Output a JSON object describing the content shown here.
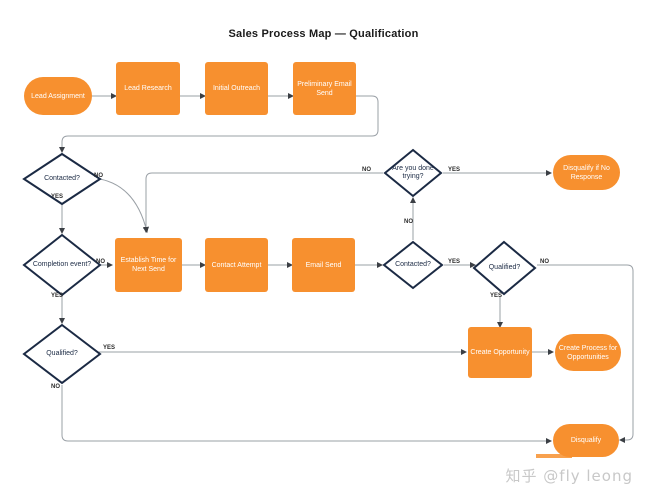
{
  "diagram": {
    "title": "Sales Process Map — Qualification",
    "accent_color": "#F7902F",
    "line_color": "#9aa0a6",
    "diamond_stroke": "#1b2a44",
    "type": "flowchart"
  },
  "nodes": {
    "lead_assignment": "Lead Assignment",
    "lead_research": "Lead Research",
    "initial_outreach": "Initial Outreach",
    "preliminary_email_send": "Preliminary Email Send",
    "contacted_left": "Contacted?",
    "completion_event": "Completion event?",
    "qualified_left": "Qualified?",
    "establish_time": "Establish Time for Next Send",
    "contact_attempt": "Contact Attempt",
    "email_send": "Email Send",
    "contacted_mid": "Contacted?",
    "qualified_right": "Qualified?",
    "are_you_done_trying": "Are you done trying?",
    "disqualify_no_response": "Disqualify if No Response",
    "create_opportunity": "Create Opportunity",
    "create_process_for_opportunities": "Create Process for Opportunities",
    "disqualify": "Disqualify"
  },
  "edge_labels": {
    "contacted_left_no": "NO",
    "contacted_left_yes": "YES",
    "completion_event_no": "NO",
    "completion_event_yes": "YES",
    "qualified_left_yes": "YES",
    "qualified_left_no": "NO",
    "contacted_mid_no": "NO",
    "contacted_mid_yes": "YES",
    "qualified_right_no": "NO",
    "qualified_right_yes": "YES",
    "done_trying_no": "NO",
    "done_trying_yes": "YES"
  },
  "watermark": {
    "text": "知乎 @fly leong"
  }
}
